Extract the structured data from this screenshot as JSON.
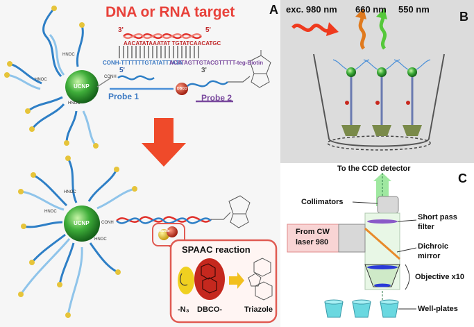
{
  "panel_a": {
    "letter": "A",
    "title": "DNA or RNA target",
    "target_3prime": "3'",
    "target_5prime": "5'",
    "target_sequence": "AACATATAAATAT TGTATCAACATGC",
    "probe1_sequence": "CONH-TTTTTTTGTATATTTATA",
    "probe1_5prime": "5'",
    "probe2_sequence": "ACATAGTTGTACGTTTTT-teg-Biotin",
    "probe2_3prime": "3'",
    "probe1_label": "Probe 1",
    "probe2_label": "Probe 2",
    "ucnp_label": "UCNP",
    "conh_label": "CONH",
    "hnoc_label": "HNOC",
    "dbco_sphere_label": "DBCO",
    "triazole_sphere_label": "Triazole",
    "spaac_title": "SPAAC reaction",
    "azide_label": "-N₃",
    "dbco_label": "DBCO-",
    "triazole_label": "Triazole"
  },
  "panel_b": {
    "letter": "B",
    "excitation": "exc. 980 nm",
    "emission_1": "660 nm",
    "emission_2": "550 nm"
  },
  "panel_c": {
    "letter": "C",
    "detector": "To the CCD detector",
    "collimators": "Collimators",
    "laser_line1": "From CW",
    "laser_line2": "laser 980",
    "short_pass_line1": "Short pass",
    "short_pass_line2": "filter",
    "dichroic_line1": "Dichroic",
    "dichroic_line2": "mirror",
    "objective": "Objective x10",
    "well_plates": "Well-plates"
  },
  "colors": {
    "title_red": "#e8413a",
    "probe_blue": "#3a78c2",
    "probe_purple": "#7a4a9e",
    "ucnp_green": "#2e9a2e",
    "arrow_red": "#ef4a2a",
    "emission_orange": "#e07a1e",
    "emission_green": "#55c83a"
  }
}
